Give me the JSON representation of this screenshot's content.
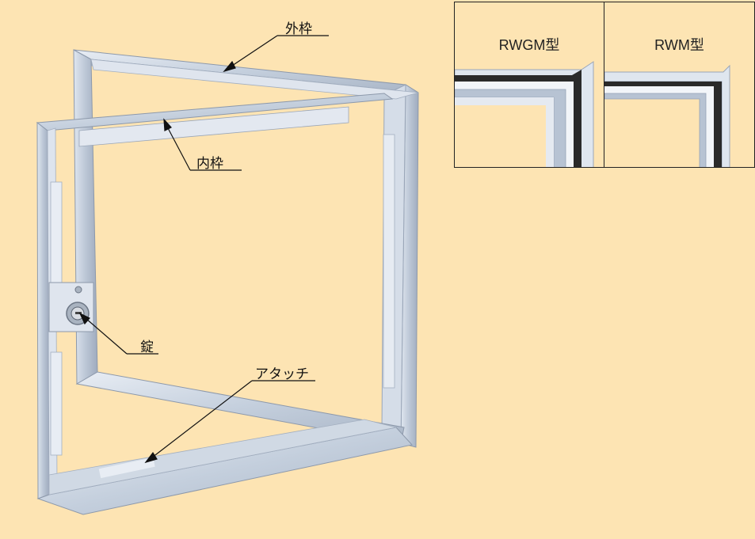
{
  "callouts": {
    "outer_frame": "外枠",
    "inner_frame": "内枠",
    "lock": "錠",
    "attachment": "アタッチ"
  },
  "panels": [
    {
      "title": "RWGM型"
    },
    {
      "title": "RWM型"
    }
  ],
  "colors": {
    "background": "#fde4b3",
    "aluminum": "#c3cedd",
    "aluminum_dark": "#9aa6b8",
    "aluminum_light": "#e6ebf2"
  }
}
